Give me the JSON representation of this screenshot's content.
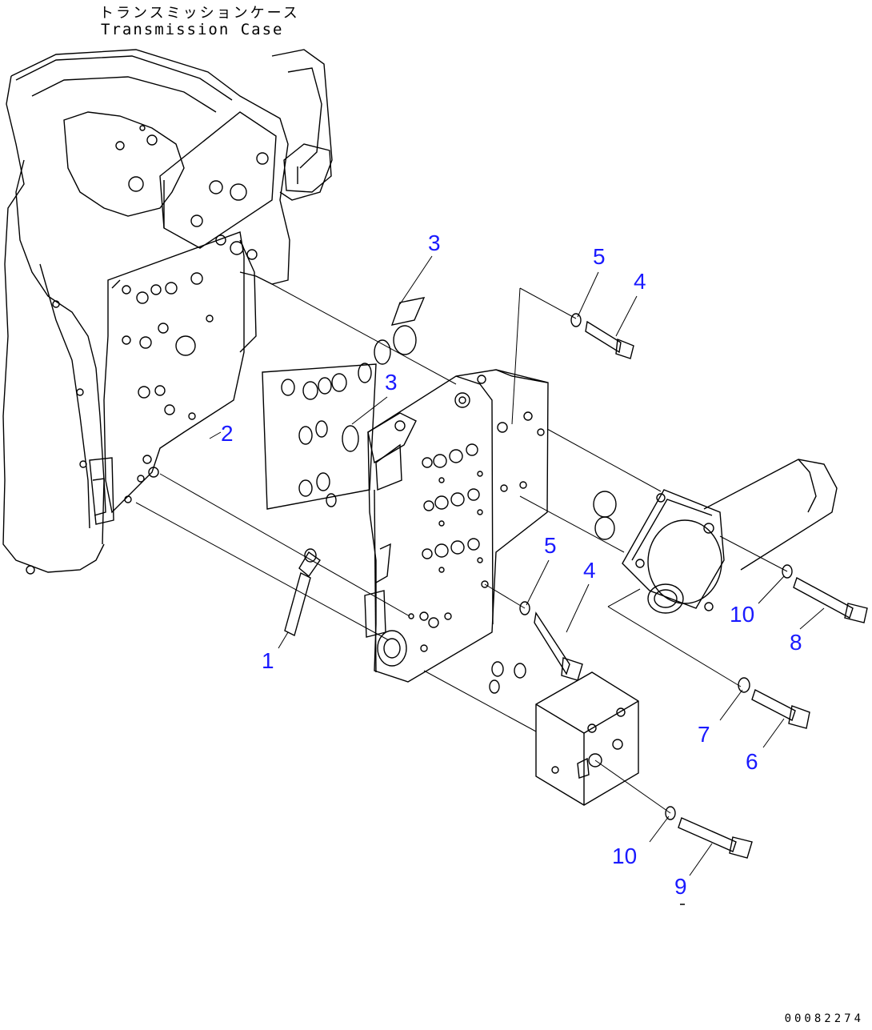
{
  "header": {
    "japanese_title": "トランスミッションケース",
    "english_title": "Transmission Case"
  },
  "drawing_code": "00082274",
  "callouts": {
    "c1": "1",
    "c2": "2",
    "c3a": "3",
    "c3b": "3",
    "c4a": "4",
    "c4b": "4",
    "c5a": "5",
    "c5b": "5",
    "c6": "6",
    "c7": "7",
    "c8": "8",
    "c9": "9",
    "c10a": "10",
    "c10b": "10"
  },
  "colors": {
    "line": "#000000",
    "callout": "#1a1aff",
    "background": "#ffffff"
  }
}
